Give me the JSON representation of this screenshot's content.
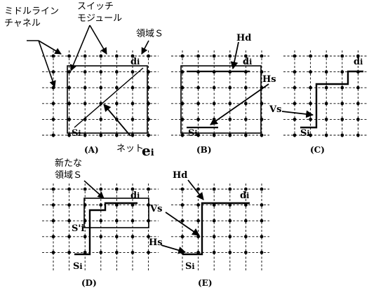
{
  "labels": {
    "middle_line_1": "ミドルライン",
    "middle_line_2": "チャネル",
    "switch_module_1": "スイッチ",
    "switch_module_2": "モジュール",
    "region_s": "領域Ｓ",
    "new_region_1": "新たな",
    "new_region_2": "領域Ｓ",
    "net": "ネット",
    "net_e": "e",
    "net_i": "i",
    "hd": "Hd",
    "hs": "Hs",
    "vs": "Vs",
    "s_prime_i": "S'i"
  },
  "panels": [
    {
      "caption": "(A)",
      "source": "Si",
      "dest": "di"
    },
    {
      "caption": "(B)",
      "source": "Si",
      "dest": "di"
    },
    {
      "caption": "(C)",
      "source": "Si",
      "dest": "di"
    },
    {
      "caption": "(D)",
      "source": "Si",
      "dest": "di"
    },
    {
      "caption": "(E)",
      "source": "Si",
      "dest": "di"
    }
  ]
}
